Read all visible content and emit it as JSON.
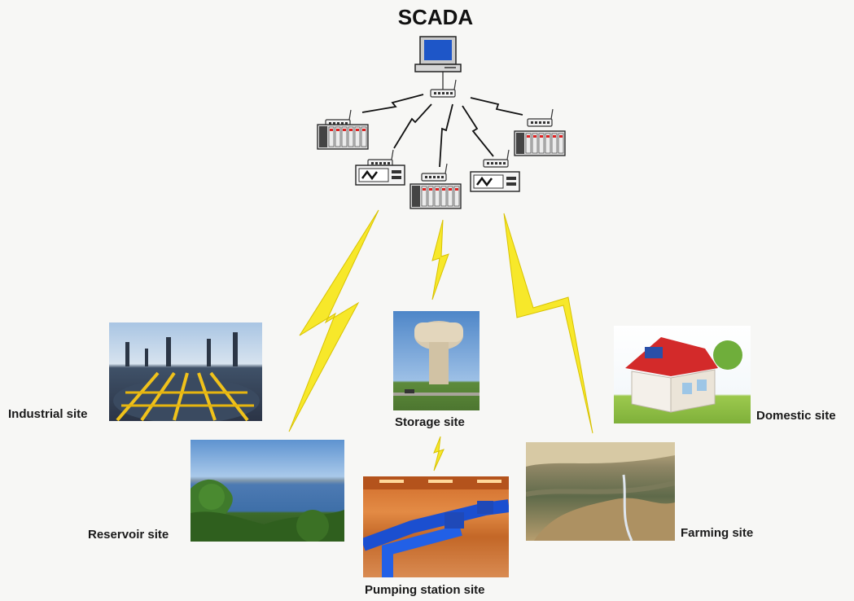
{
  "diagram": {
    "title": "SCADA",
    "sites": {
      "industrial": "Industrial site",
      "storage": "Storage site",
      "domestic": "Domestic site",
      "reservoir": "Reservoir site",
      "pumping": "Pumping station site",
      "farming": "Farming site"
    }
  },
  "colors": {
    "lightning": "#f7e82a",
    "lightning_edge": "#d8c200",
    "label_text": "#1a1a1a"
  }
}
